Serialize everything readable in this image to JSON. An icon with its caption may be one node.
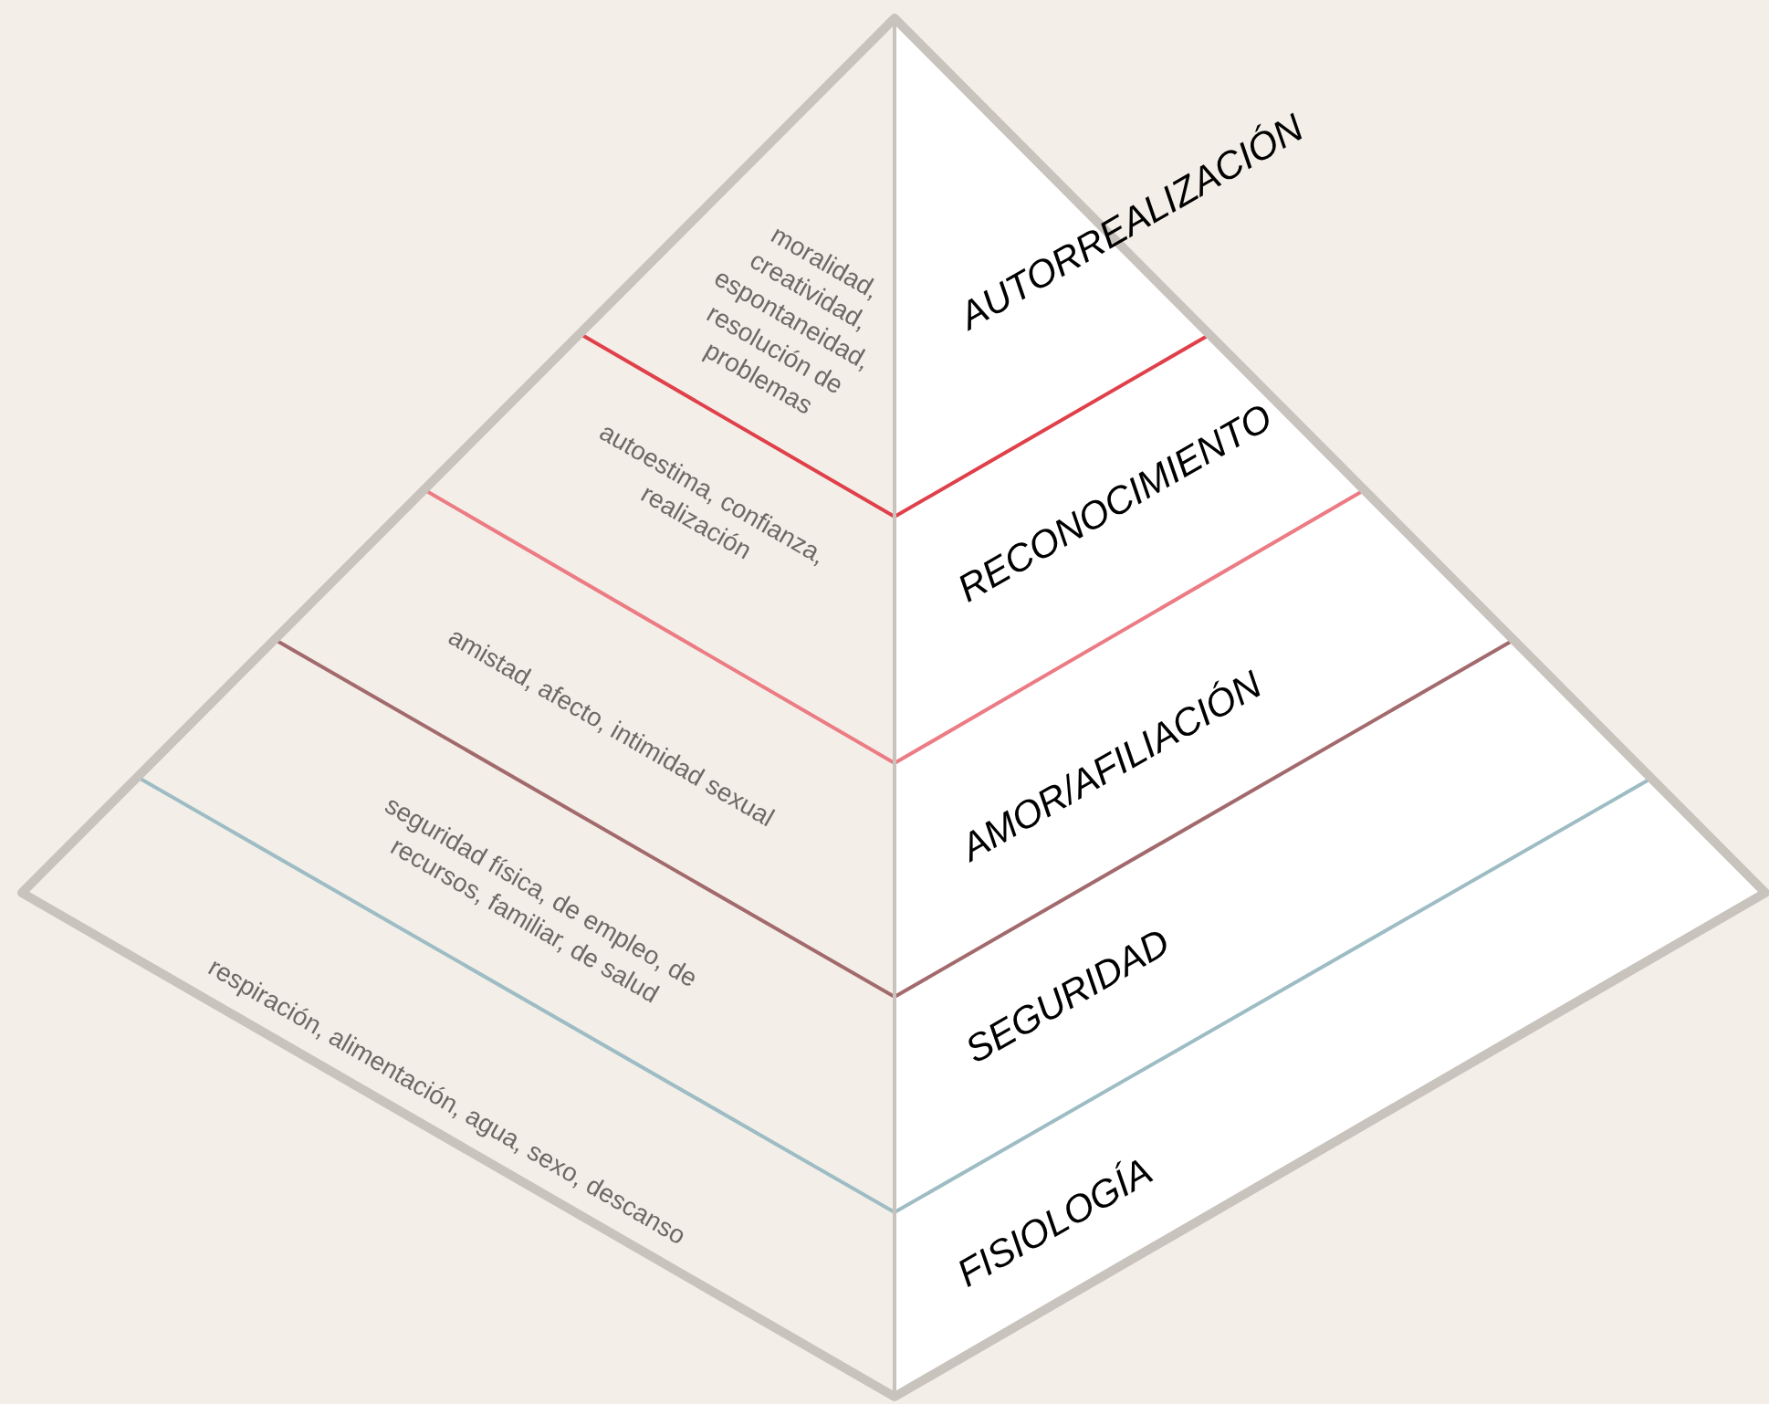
{
  "diagram": {
    "nodes": [
      {
        "text": [
          "AUTORREALIZACIÓN",
          "moralidad, creatividad, espontaneidad, resolución de problemas"
        ]
      },
      {
        "text": [
          "RECONOCIMIENTO",
          "autoestima, confianza, realización"
        ]
      },
      {
        "text": [
          "AMOR/AFILIACIÓN",
          "amistad, afecto, intimidad sexual"
        ]
      },
      {
        "text": [
          "SEGURIDAD",
          "seguridad física, de empleo, de recursos, familiar, de salud"
        ]
      },
      {
        "text": [
          "FISIOLOGÍA",
          "respiración, alimentación, agua, sexo, descanso"
        ]
      }
    ]
  }
}
